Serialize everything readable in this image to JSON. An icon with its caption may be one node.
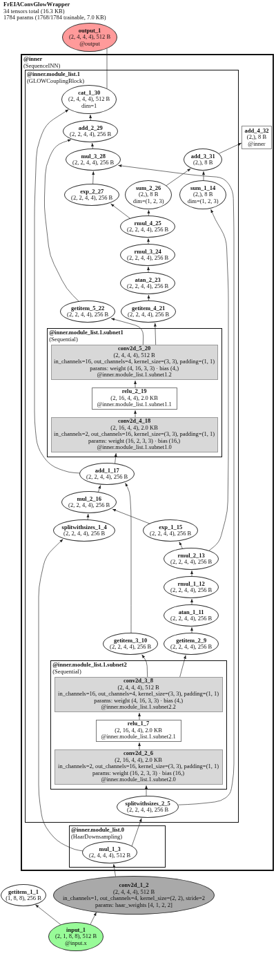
{
  "diagram": {
    "title": "FrEIAConvGlowWrapper",
    "nodes": [
      {
        "text": [
          "output_1",
          "(2, 4, 4, 4), 512 B",
          "@output"
        ]
      },
      {
        "text": [
          "@inner",
          "(SequenceINN)"
        ]
      },
      {
        "text": [
          "@inner.module_list.1",
          "(GLOWCouplingBlock)"
        ],
        "in": 1
      },
      {
        "text": [
          "cat_1_30",
          "(2, 4, 4, 4), 512 B",
          "dim=1"
        ],
        "in": 2
      },
      {
        "text": [
          "add_4_32",
          "(2,), 8 B",
          "@inner"
        ],
        "in": 1
      },
      {
        "text": [
          "add_2_29",
          "(2, 2, 4, 4), 256 B"
        ],
        "in": 2
      },
      {
        "text": [
          "add_3_31",
          "(2,), 8 B"
        ],
        "in": 2
      },
      {
        "text": [
          "mul_3_28",
          "(2, 2, 4, 4), 256 B"
        ],
        "in": 2
      },
      {
        "text": [
          "exp_2_27",
          "(2, 2, 4, 4), 256 B"
        ],
        "in": 2
      },
      {
        "text": [
          "sum_2_26",
          "(2,), 8 B",
          "dim=(1, 2, 3)"
        ],
        "in": 2
      },
      {
        "text": [
          "sum_1_14",
          "(2,), 8 B",
          "dim=(1, 2, 3)"
        ],
        "in": 2
      },
      {
        "text": [
          "rmul_4_25",
          "(2, 2, 4, 4), 256 B"
        ],
        "in": 2
      },
      {
        "text": [
          "rmul_3_24",
          "(2, 2, 4, 4), 256 B"
        ],
        "in": 2
      },
      {
        "text": [
          "atan_2_23",
          "(2, 2, 4, 4), 256 B"
        ],
        "in": 2
      },
      {
        "text": [
          "getitem_5_22",
          "(2, 2, 4, 4), 256 B"
        ],
        "in": 2
      },
      {
        "text": [
          "getitem_4_21",
          "(2, 2, 4, 4), 256 B"
        ],
        "in": 2
      },
      {
        "text": [
          "@inner.module_list.1.subnet1",
          "(Sequential)"
        ],
        "in": 2
      },
      {
        "text": [
          "conv2d_5_20",
          "(2, 4, 4, 4), 512 B",
          "in_channels=16, out_channels=4, kernel_size=(3, 3), padding=(1, 1)",
          "params: weight (4, 16, 3, 3) · bias (4,)",
          "@inner.module_list.1.subnet1.2"
        ],
        "in": 16
      },
      {
        "text": [
          "relu_2_19",
          "(2, 16, 4, 4), 2.0 KB",
          "@inner.module_list.1.subnet1.1"
        ],
        "in": 16
      },
      {
        "text": [
          "conv2d_4_18",
          "(2, 16, 4, 4), 2.0 KB",
          "in_channels=2, out_channels=16, kernel_size=(3, 3), padding=(1, 1)",
          "params: weight (16, 2, 3, 3) · bias (16,)",
          "@inner.module_list.1.subnet1.0"
        ],
        "in": 16
      },
      {
        "text": [
          "add_1_17",
          "(2, 2, 4, 4), 256 B"
        ],
        "in": 2
      },
      {
        "text": [
          "mul_2_16",
          "(2, 2, 4, 4), 256 B"
        ],
        "in": 2
      },
      {
        "text": [
          "splitwithsizes_1_4",
          "(2, 2, 4, 4), 256 B"
        ],
        "in": 2
      },
      {
        "text": [
          "exp_1_15",
          "(2, 2, 4, 4), 256 B"
        ],
        "in": 2
      },
      {
        "text": [
          "rmul_2_13",
          "(2, 2, 4, 4), 256 B"
        ],
        "in": 2
      },
      {
        "text": [
          "rmul_1_12",
          "(2, 2, 4, 4), 256 B"
        ],
        "in": 2
      },
      {
        "text": [
          "atan_1_11",
          "(2, 2, 4, 4), 256 B"
        ],
        "in": 2
      },
      {
        "text": [
          "getitem_3_10",
          "(2, 2, 4, 4), 256 B"
        ],
        "in": 2
      },
      {
        "text": [
          "getitem_2_9",
          "(2, 2, 4, 4), 256 B"
        ],
        "in": 2
      },
      {
        "text": [
          "@inner.module_list.1.subnet2",
          "(Sequential)"
        ],
        "in": 2
      },
      {
        "text": [
          "conv2d_3_8",
          "(2, 4, 4, 4), 512 B",
          "in_channels=16, out_channels=4, kernel_size=(3, 3), padding=(1, 1)",
          "params: weight (4, 16, 3, 3) · bias (4,)",
          "@inner.module_list.1.subnet2.2"
        ],
        "in": 29
      },
      {
        "text": [
          "relu_1_7",
          "(2, 16, 4, 4), 2.0 KB",
          "@inner.module_list.1.subnet2.1"
        ],
        "in": 29
      },
      {
        "text": [
          "conv2d_2_6",
          "(2, 16, 4, 4), 2.0 KB",
          "in_channels=2, out_channels=16, kernel_size=(3, 3), padding=(1, 1)",
          "params: weight (16, 2, 3, 3) · bias (16,)",
          "@inner.module_list.1.subnet2.0"
        ],
        "in": 29
      },
      {
        "text": [
          "splitwithsizes_2_5",
          "(2, 2, 4, 4), 256 B"
        ],
        "in": 2
      },
      {
        "text": [
          "@inner.module_list.0",
          "(HaarDownsampling)"
        ],
        "in": 1
      },
      {
        "text": [
          "mul_1_3",
          "(2, 4, 4, 4), 512 B"
        ],
        "in": 34
      },
      {
        "text": [
          "getitem_1_1",
          "(1, 8, 8), 256 B"
        ]
      },
      {
        "text": [
          "conv2d_1_2",
          "(2, 4, 4, 4), 512 B",
          "in_channels=1, out_channels=4, kernel_size=(2, 2), stride=2",
          "params: haar_weights [4, 1, 2, 2]"
        ]
      },
      {
        "text": [
          "input_1",
          "(2, 1, 8, 8), 512 B",
          "@input.x"
        ]
      }
    ],
    "edges": [
      {
        "from": 38,
        "to": 36,
        "arrow": "to"
      },
      {
        "from": 38,
        "to": 37,
        "arrow": "to"
      },
      {
        "from": 37,
        "to": 35,
        "arrow": "to"
      },
      {
        "from": 35,
        "to": 33,
        "arrow": "to"
      },
      {
        "from": 35,
        "to": 22,
        "arrow": "to"
      },
      {
        "from": 33,
        "to": 32,
        "arrow": "to"
      },
      {
        "from": 32,
        "to": 31,
        "arrow": "to"
      },
      {
        "from": 31,
        "to": 30,
        "arrow": "to"
      },
      {
        "from": 30,
        "to": 27,
        "arrow": "to"
      },
      {
        "from": 30,
        "to": 28,
        "arrow": "to"
      },
      {
        "from": 28,
        "to": 26,
        "arrow": "to"
      },
      {
        "from": 26,
        "to": 25,
        "arrow": "to"
      },
      {
        "from": 25,
        "to": 24,
        "arrow": "to"
      },
      {
        "from": 24,
        "to": 23,
        "arrow": "to"
      },
      {
        "from": 24,
        "to": 10,
        "arrow": "to"
      },
      {
        "from": 23,
        "to": 21,
        "arrow": "to"
      },
      {
        "from": 22,
        "to": 21,
        "arrow": "to"
      },
      {
        "from": 21,
        "to": 20,
        "arrow": "to"
      },
      {
        "from": 27,
        "to": 20,
        "arrow": "to"
      },
      {
        "from": 20,
        "to": 19,
        "arrow": "to"
      },
      {
        "from": 20,
        "to": 3,
        "arrow": "to"
      },
      {
        "from": 19,
        "to": 18,
        "arrow": "to"
      },
      {
        "from": 18,
        "to": 17,
        "arrow": "to"
      },
      {
        "from": 17,
        "to": 14,
        "arrow": "to"
      },
      {
        "from": 17,
        "to": 15,
        "arrow": "to"
      },
      {
        "from": 15,
        "to": 13,
        "arrow": "to"
      },
      {
        "from": 13,
        "to": 12,
        "arrow": "to"
      },
      {
        "from": 12,
        "to": 11,
        "arrow": "to"
      },
      {
        "from": 11,
        "to": 8,
        "arrow": "to"
      },
      {
        "from": 11,
        "to": 9,
        "arrow": "to"
      },
      {
        "from": 9,
        "to": 6,
        "arrow": "to"
      },
      {
        "from": 10,
        "to": 6,
        "arrow": "to"
      },
      {
        "from": 6,
        "to": 4,
        "arrow": "to"
      },
      {
        "from": 8,
        "to": 7,
        "arrow": "to"
      },
      {
        "from": 33,
        "to": 7,
        "arrow": "to"
      },
      {
        "from": 7,
        "to": 5,
        "arrow": "to"
      },
      {
        "from": 14,
        "to": 5,
        "arrow": "to"
      },
      {
        "from": 5,
        "to": 3,
        "arrow": "to"
      },
      {
        "from": 3,
        "to": 0,
        "arrow": "none"
      }
    ],
    "labels": [
      "34 tensors total (16.3 KB)",
      "1784 params (1768/1784 trainable, 7.0 KB)"
    ]
  }
}
